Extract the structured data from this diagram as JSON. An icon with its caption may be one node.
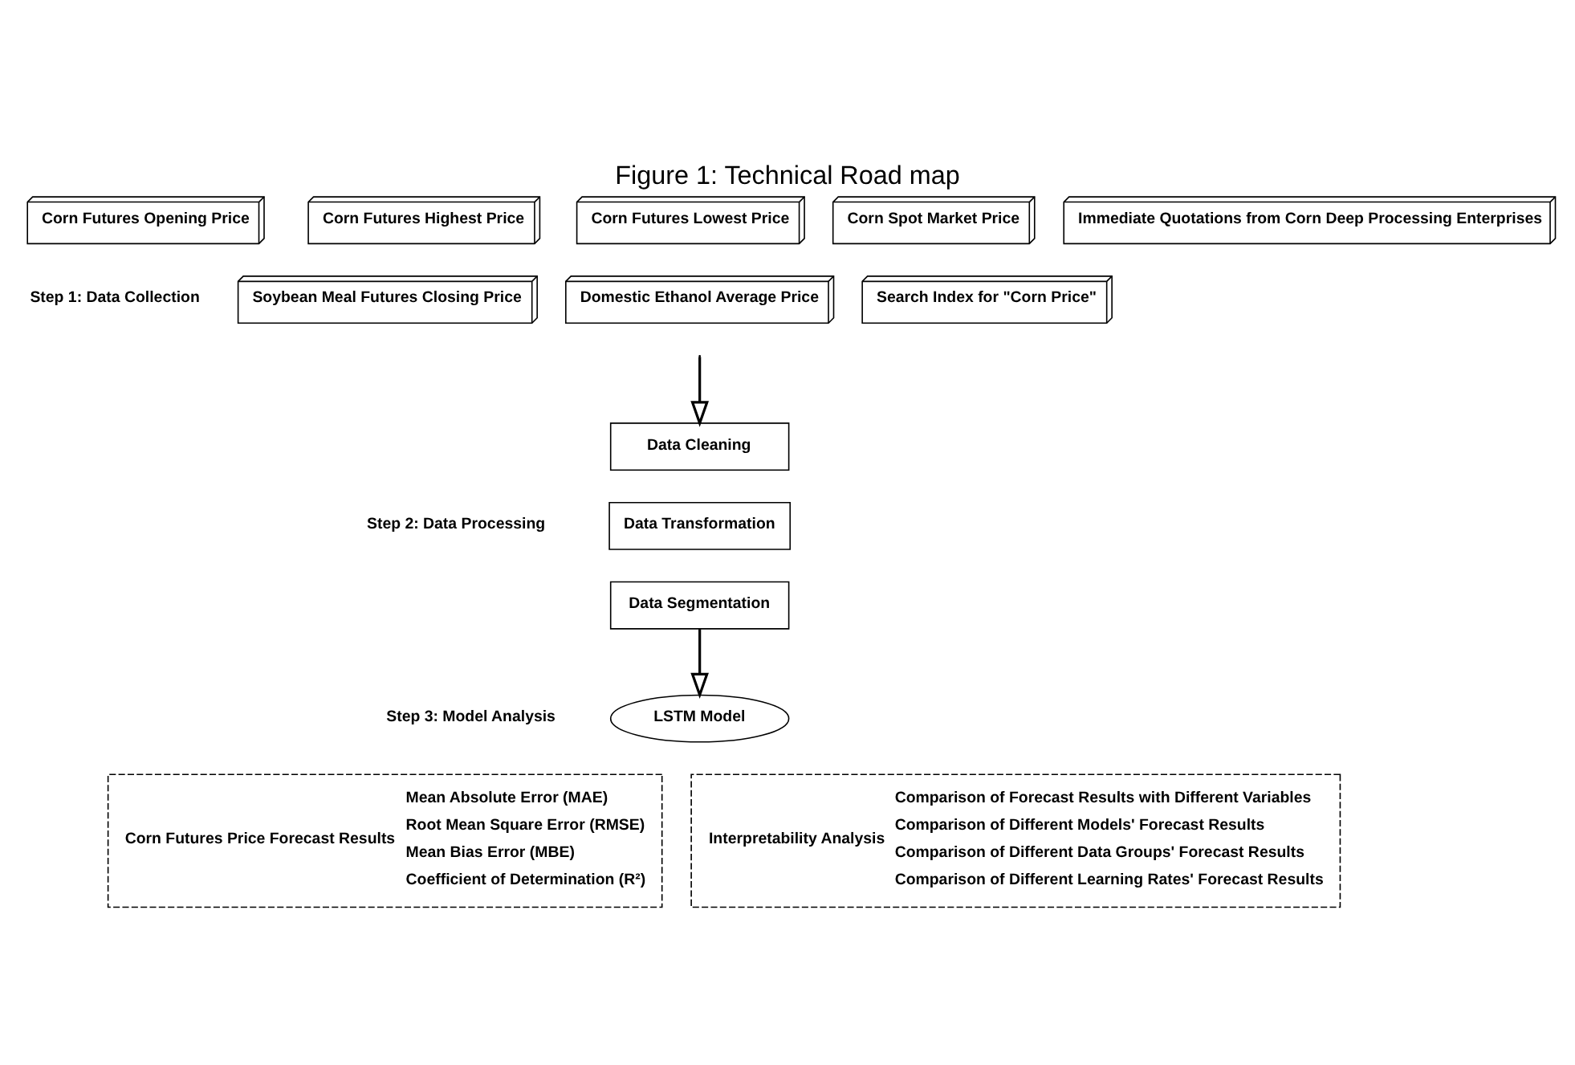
{
  "diagram": {
    "title": "Figure 1: Technical Road map",
    "nodes": [
      {
        "text": [
          "Corn Futures Opening Price"
        ]
      },
      {
        "text": [
          "Corn Futures Highest Price"
        ]
      },
      {
        "text": [
          "Corn Futures Lowest Price"
        ]
      },
      {
        "text": [
          "Corn Spot Market Price"
        ]
      },
      {
        "text": [
          "Immediate Quotations from Corn Deep Processing Enterprises"
        ]
      },
      {
        "text": [
          "Soybean Meal Futures Closing Price"
        ]
      },
      {
        "text": [
          "Domestic Ethanol Average Price"
        ]
      },
      {
        "text": [
          "Search Index for \"Corn Price\""
        ]
      },
      {
        "text": [
          "Data Cleaning"
        ]
      },
      {
        "text": [
          "Data Transformation"
        ]
      },
      {
        "text": [
          "Data Segmentation"
        ]
      },
      {
        "text": [
          "LSTM Model"
        ]
      },
      {
        "text": [
          "Corn Futures Price Forecast Results",
          "Mean Absolute Error (MAE)",
          "Root Mean Square Error (RMSE)",
          "Mean Bias Error (MBE)",
          "Coefficient of Determination (R²)"
        ]
      },
      {
        "text": [
          "Interpretability Analysis",
          "Comparison of Forecast Results with Different Variables",
          "Comparison of Different Models' Forecast Results",
          "Comparison of Different Data Groups' Forecast Results",
          "Comparison of Different Learning Rates' Forecast Results"
        ]
      }
    ],
    "edges": [
      {
        "from": null,
        "to": 8,
        "arrow": "to"
      },
      {
        "from": 10,
        "to": 11,
        "arrow": "to"
      }
    ],
    "labels": [
      "Step 1: Data Collection",
      "Step 2: Data Processing",
      "Step 3: Model Analysis"
    ]
  }
}
